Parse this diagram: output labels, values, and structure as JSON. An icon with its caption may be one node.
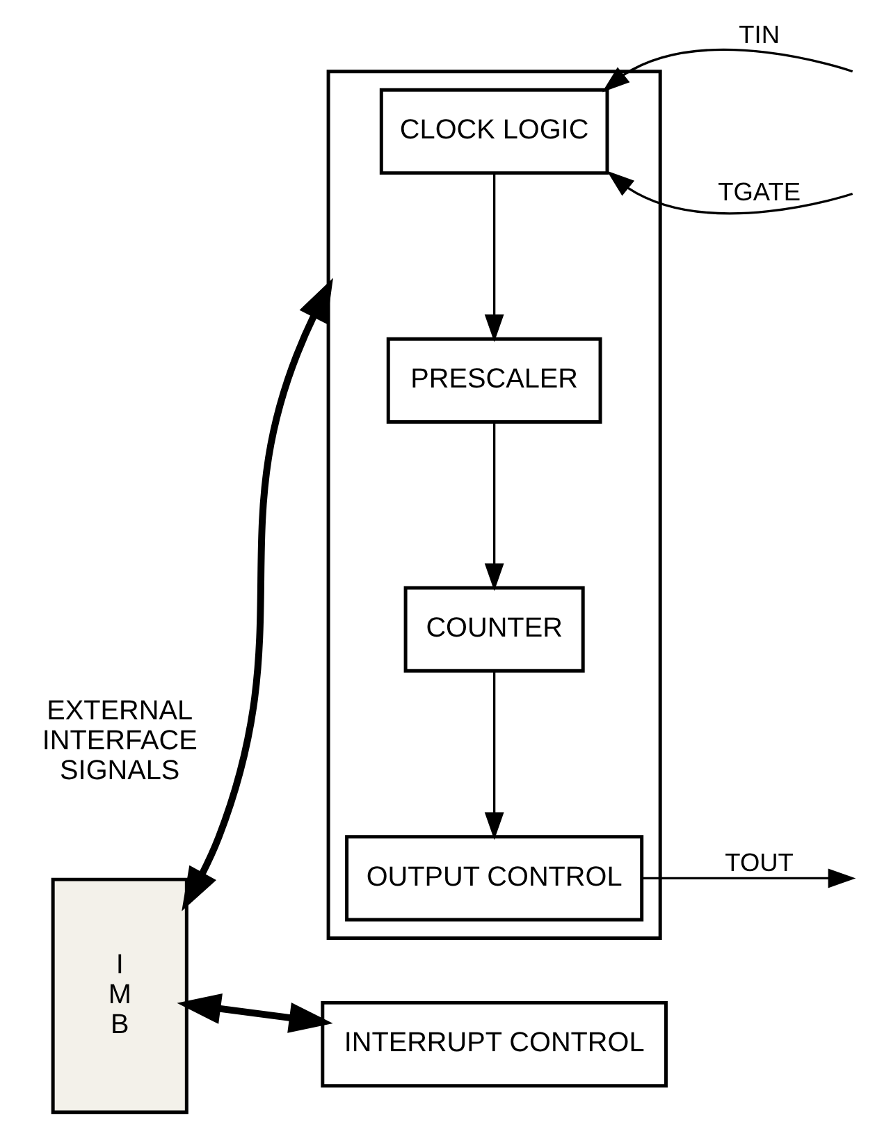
{
  "diagram": {
    "nodes": [
      {
        "text": [
          "I M B"
        ]
      },
      {
        "text": [],
        "shape": "box"
      },
      {
        "text": [
          "CLOCK LOGIC"
        ],
        "in": 1
      },
      {
        "text": [
          "PRESCALER"
        ],
        "in": 1
      },
      {
        "text": [
          "COUNTER"
        ],
        "in": 1
      },
      {
        "text": [
          "OUTPUT CONTROL"
        ],
        "in": 1
      },
      {
        "text": [
          "INTERRUPT CONTROL"
        ]
      }
    ],
    "edges": [
      {
        "from": null,
        "to": 2,
        "arrow": "to",
        "label": "TIN"
      },
      {
        "from": null,
        "to": 2,
        "arrow": "to",
        "label": "TGATE"
      },
      {
        "from": 2,
        "to": 3,
        "arrow": "to"
      },
      {
        "from": 3,
        "to": 4,
        "arrow": "to"
      },
      {
        "from": 4,
        "to": 5,
        "arrow": "to"
      },
      {
        "from": 5,
        "to": null,
        "arrow": "to",
        "label": "TOUT"
      },
      {
        "from": 0,
        "to": 1,
        "arrow": "both",
        "style": "thick"
      },
      {
        "from": 0,
        "to": 6,
        "arrow": "both",
        "style": "thick"
      }
    ],
    "labels": [
      "EXTERNAL INTERFACE SIGNALS"
    ]
  }
}
